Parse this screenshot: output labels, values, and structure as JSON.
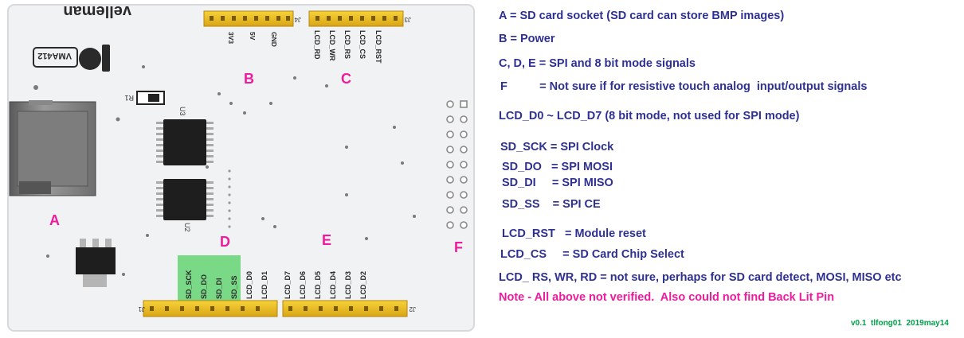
{
  "board": {
    "brand": "velleman",
    "part_code": "VMA412",
    "labels": {
      "a": "A",
      "b": "B",
      "c": "C",
      "d": "D",
      "e": "E",
      "f": "F"
    },
    "components": {
      "r1": "R1",
      "u3": "U3",
      "u2": "U2",
      "j1": "J1",
      "j2": "J2",
      "j3": "J3",
      "j4": "J4"
    },
    "power_pins": [
      "3V3",
      "5V",
      "GND"
    ],
    "lcd_ctrl_pins": [
      "LCD_RD",
      "LCD_WR",
      "LCD_RS",
      "LCD_CS",
      "LCD_RST"
    ],
    "sd_pins": [
      "SD_SCK",
      "SD_DO",
      "SD_DI",
      "SD_SS"
    ],
    "lcd_low_pins": [
      "LCD_D0",
      "LCD_D1"
    ],
    "lcd_high_pins": [
      "LCD_D7",
      "LCD_D6",
      "LCD_D5",
      "LCD_D4",
      "LCD_D3",
      "LCD_D2"
    ]
  },
  "notes": [
    {
      "text": "A = SD card socket (SD card can store BMP images)",
      "color": "#2e3192"
    },
    {
      "text": "B = Power",
      "color": "#2e3192"
    },
    {
      "text": "C, D, E = SPI and 8 bit mode signals",
      "color": "#2e3192"
    },
    {
      "text": "F          = Not sure if for resistive touch analog  input/output signals",
      "color": "#2e3192"
    },
    {
      "text": "LCD_D0 ~ LCD_D7 (8 bit mode, not used for SPI mode)",
      "color": "#2e3192"
    },
    {
      "text": "SD_SCK = SPI Clock",
      "color": "#2e3192"
    },
    {
      "text": "SD_DO   = SPI MOSI",
      "color": "#2e3192"
    },
    {
      "text": "SD_DI     = SPI MISO",
      "color": "#2e3192"
    },
    {
      "text": "SD_SS    = SPI CE",
      "color": "#2e3192"
    },
    {
      "text": "LCD_RST   = Module reset",
      "color": "#2e3192"
    },
    {
      "text": "LCD_CS     = SD Card Chip Select",
      "color": "#2e3192"
    },
    {
      "text": "LCD_ RS, WR, RD = not sure, perhaps for SD card detect, MOSI, MISO etc",
      "color": "#2e3192"
    },
    {
      "text": "Note - All above not verified.  Also could not find Back Lit Pin",
      "color": "#ee1c9c"
    }
  ],
  "version": "v0.1  tlfong01  2019may14"
}
